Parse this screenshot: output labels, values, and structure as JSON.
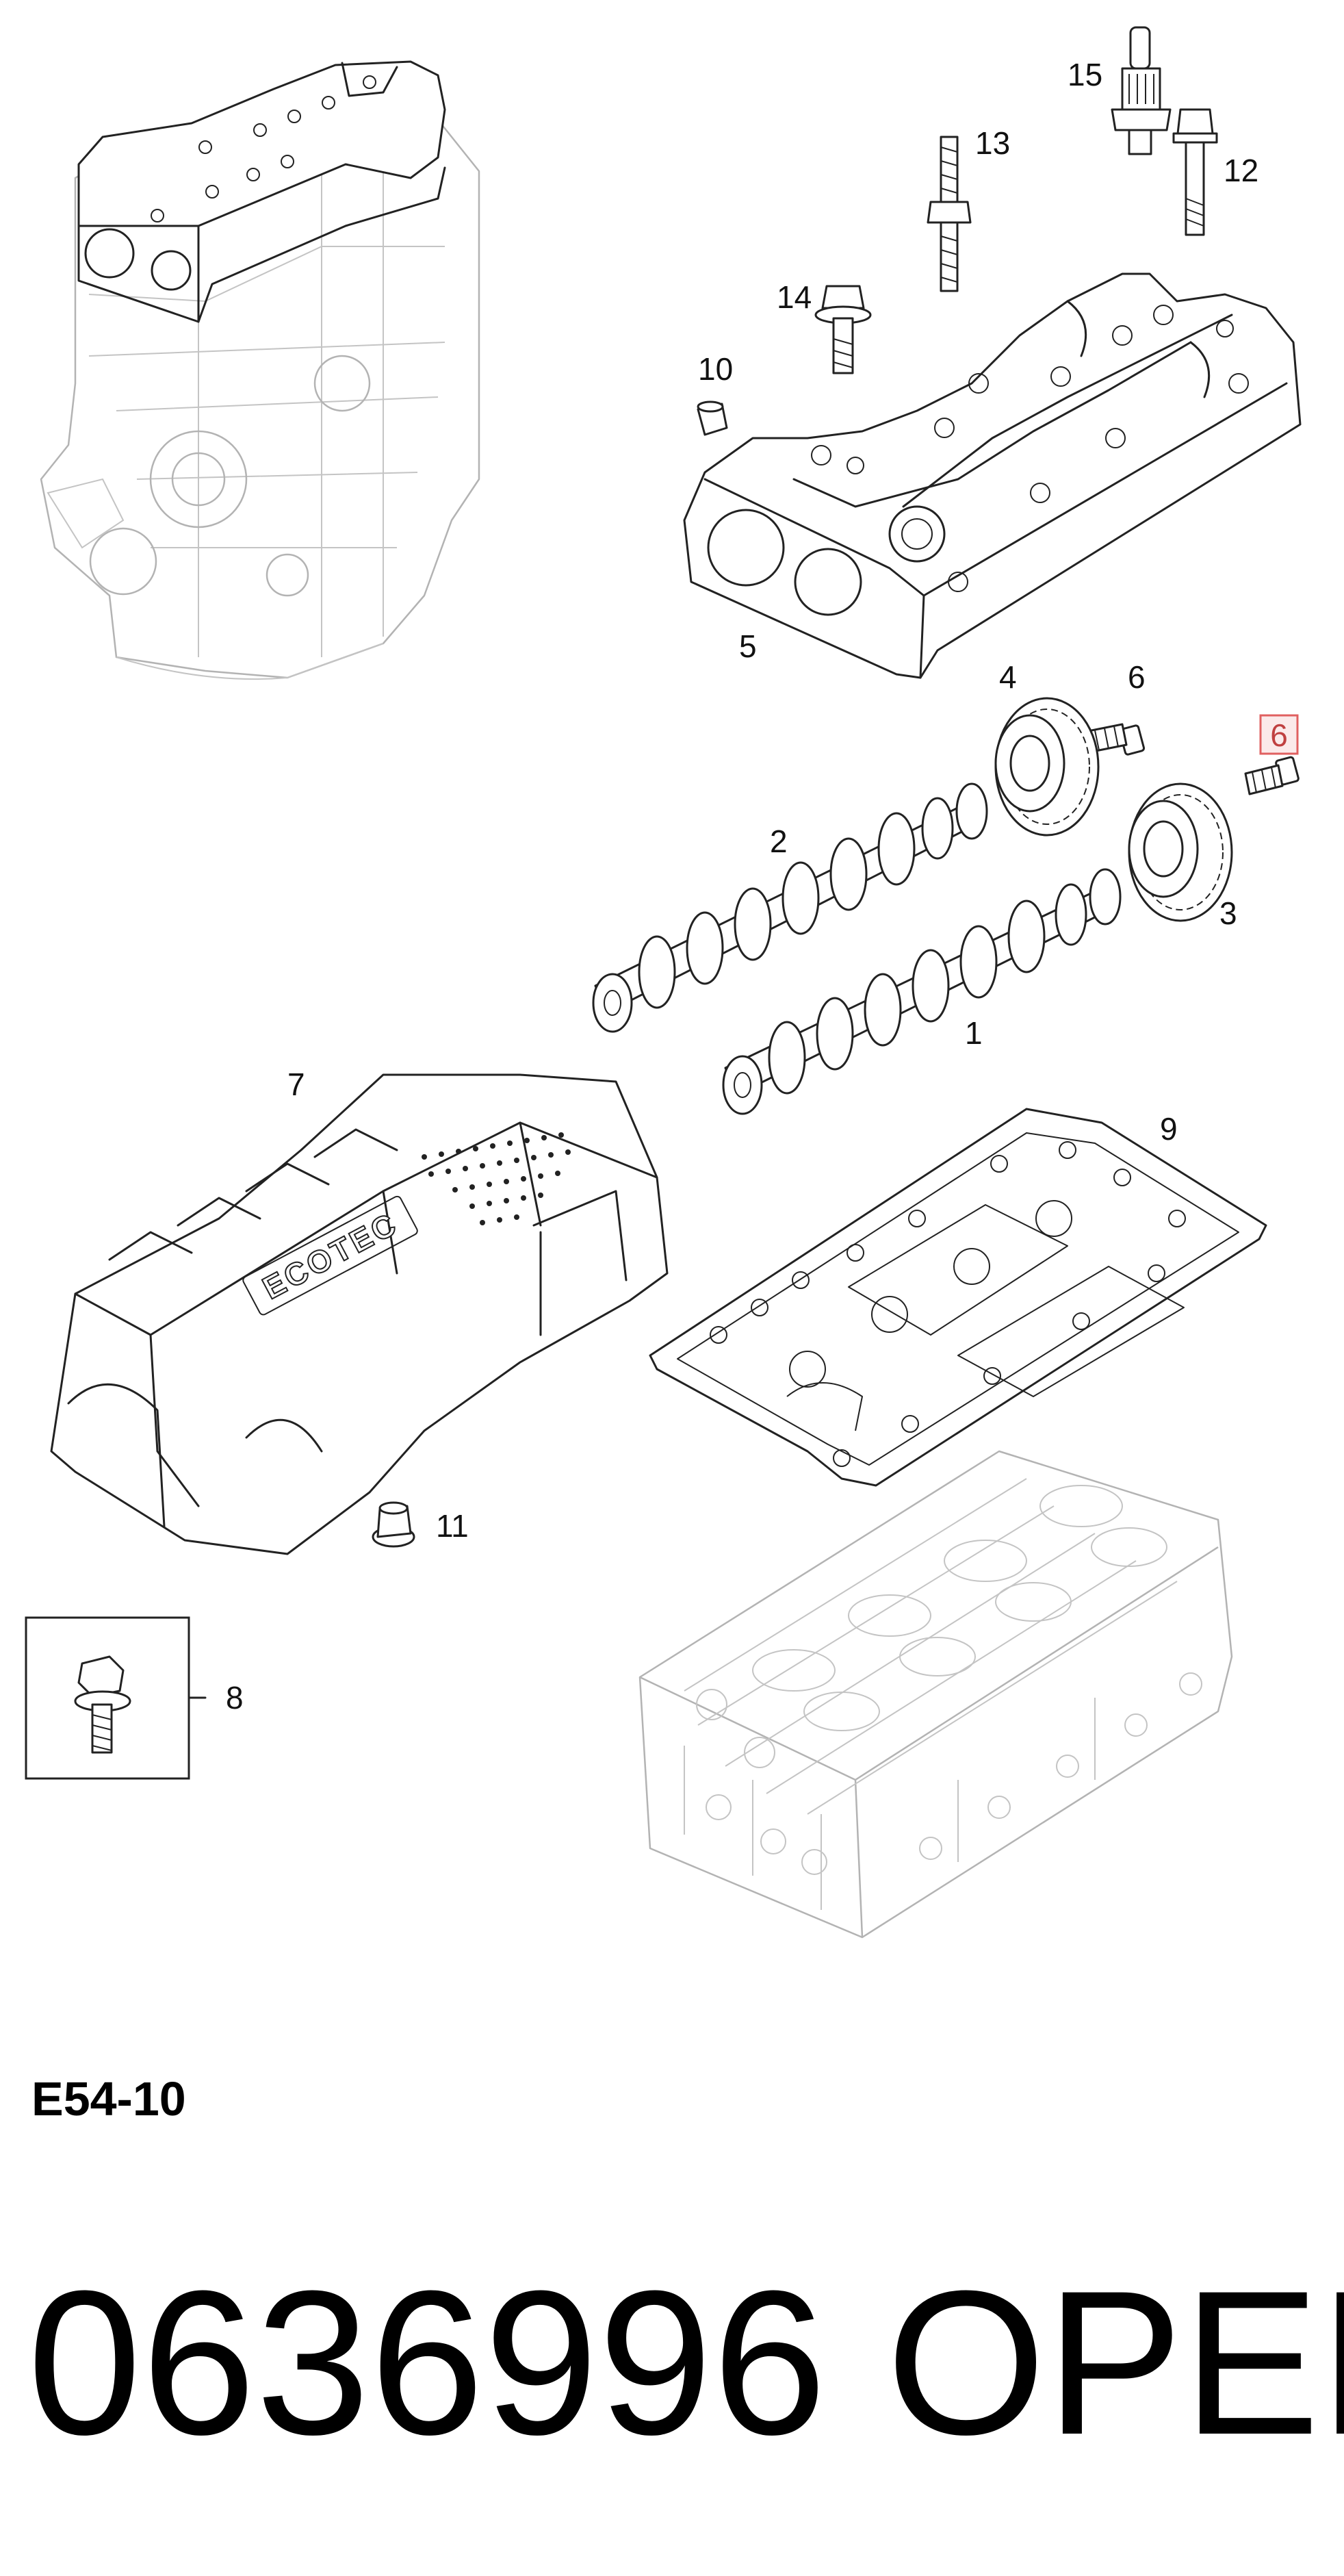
{
  "diagram": {
    "callouts": {
      "c1": "1",
      "c2": "2",
      "c3": "3",
      "c4": "4",
      "c5": "5",
      "c6a": "6",
      "c6b": "6",
      "c7": "7",
      "c8": "8",
      "c9": "9",
      "c10": "10",
      "c11": "11",
      "c12": "12",
      "c13": "13",
      "c14": "14",
      "c15": "15"
    },
    "cover_logo_text": "ECOTEC",
    "highlighted_callout": "6",
    "highlight_color": "#e06060",
    "ghost_color": "#b3b3b3"
  },
  "footer": {
    "section_code": "E54-10",
    "part_number": "0636996",
    "brand": "OPEL"
  }
}
